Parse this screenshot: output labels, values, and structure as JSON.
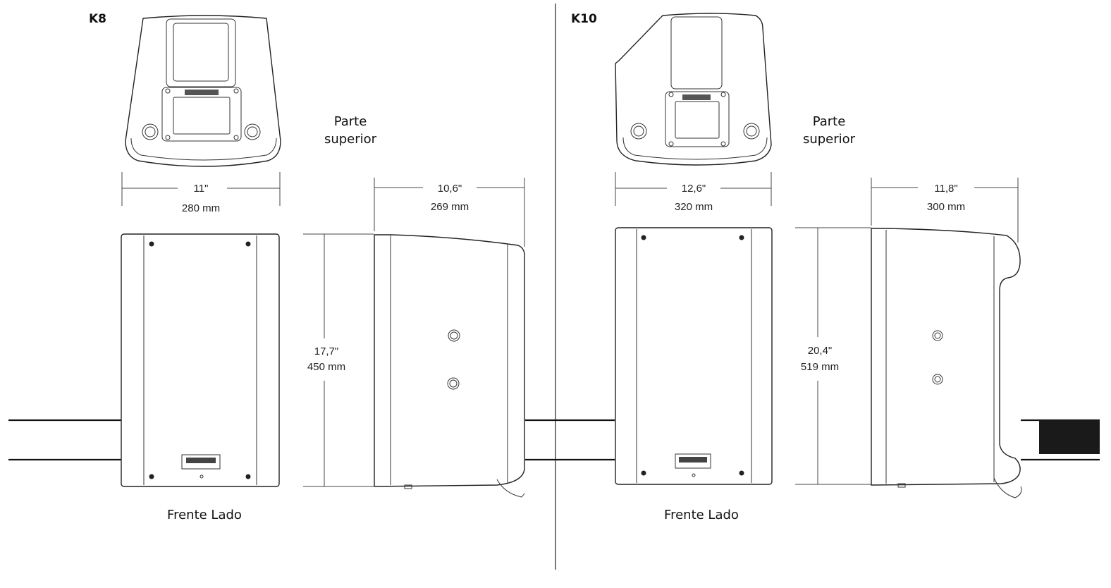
{
  "panels": [
    {
      "model": "K8",
      "top_view_label": [
        "Parte",
        "superior"
      ],
      "front_side_label": "Frente Lado",
      "width": {
        "imperial": "11\"",
        "metric": "280 mm"
      },
      "depth": {
        "imperial": "10,6\"",
        "metric": "269 mm"
      },
      "height": {
        "imperial": "17,7\"",
        "metric": "450 mm"
      }
    },
    {
      "model": "K10",
      "top_view_label": [
        "Parte",
        "superior"
      ],
      "front_side_label": "Frente Lado",
      "width": {
        "imperial": "12,6\"",
        "metric": "320 mm"
      },
      "depth": {
        "imperial": "11,8\"",
        "metric": "300 mm"
      },
      "height": {
        "imperial": "20,4\"",
        "metric": "519 mm"
      }
    }
  ]
}
